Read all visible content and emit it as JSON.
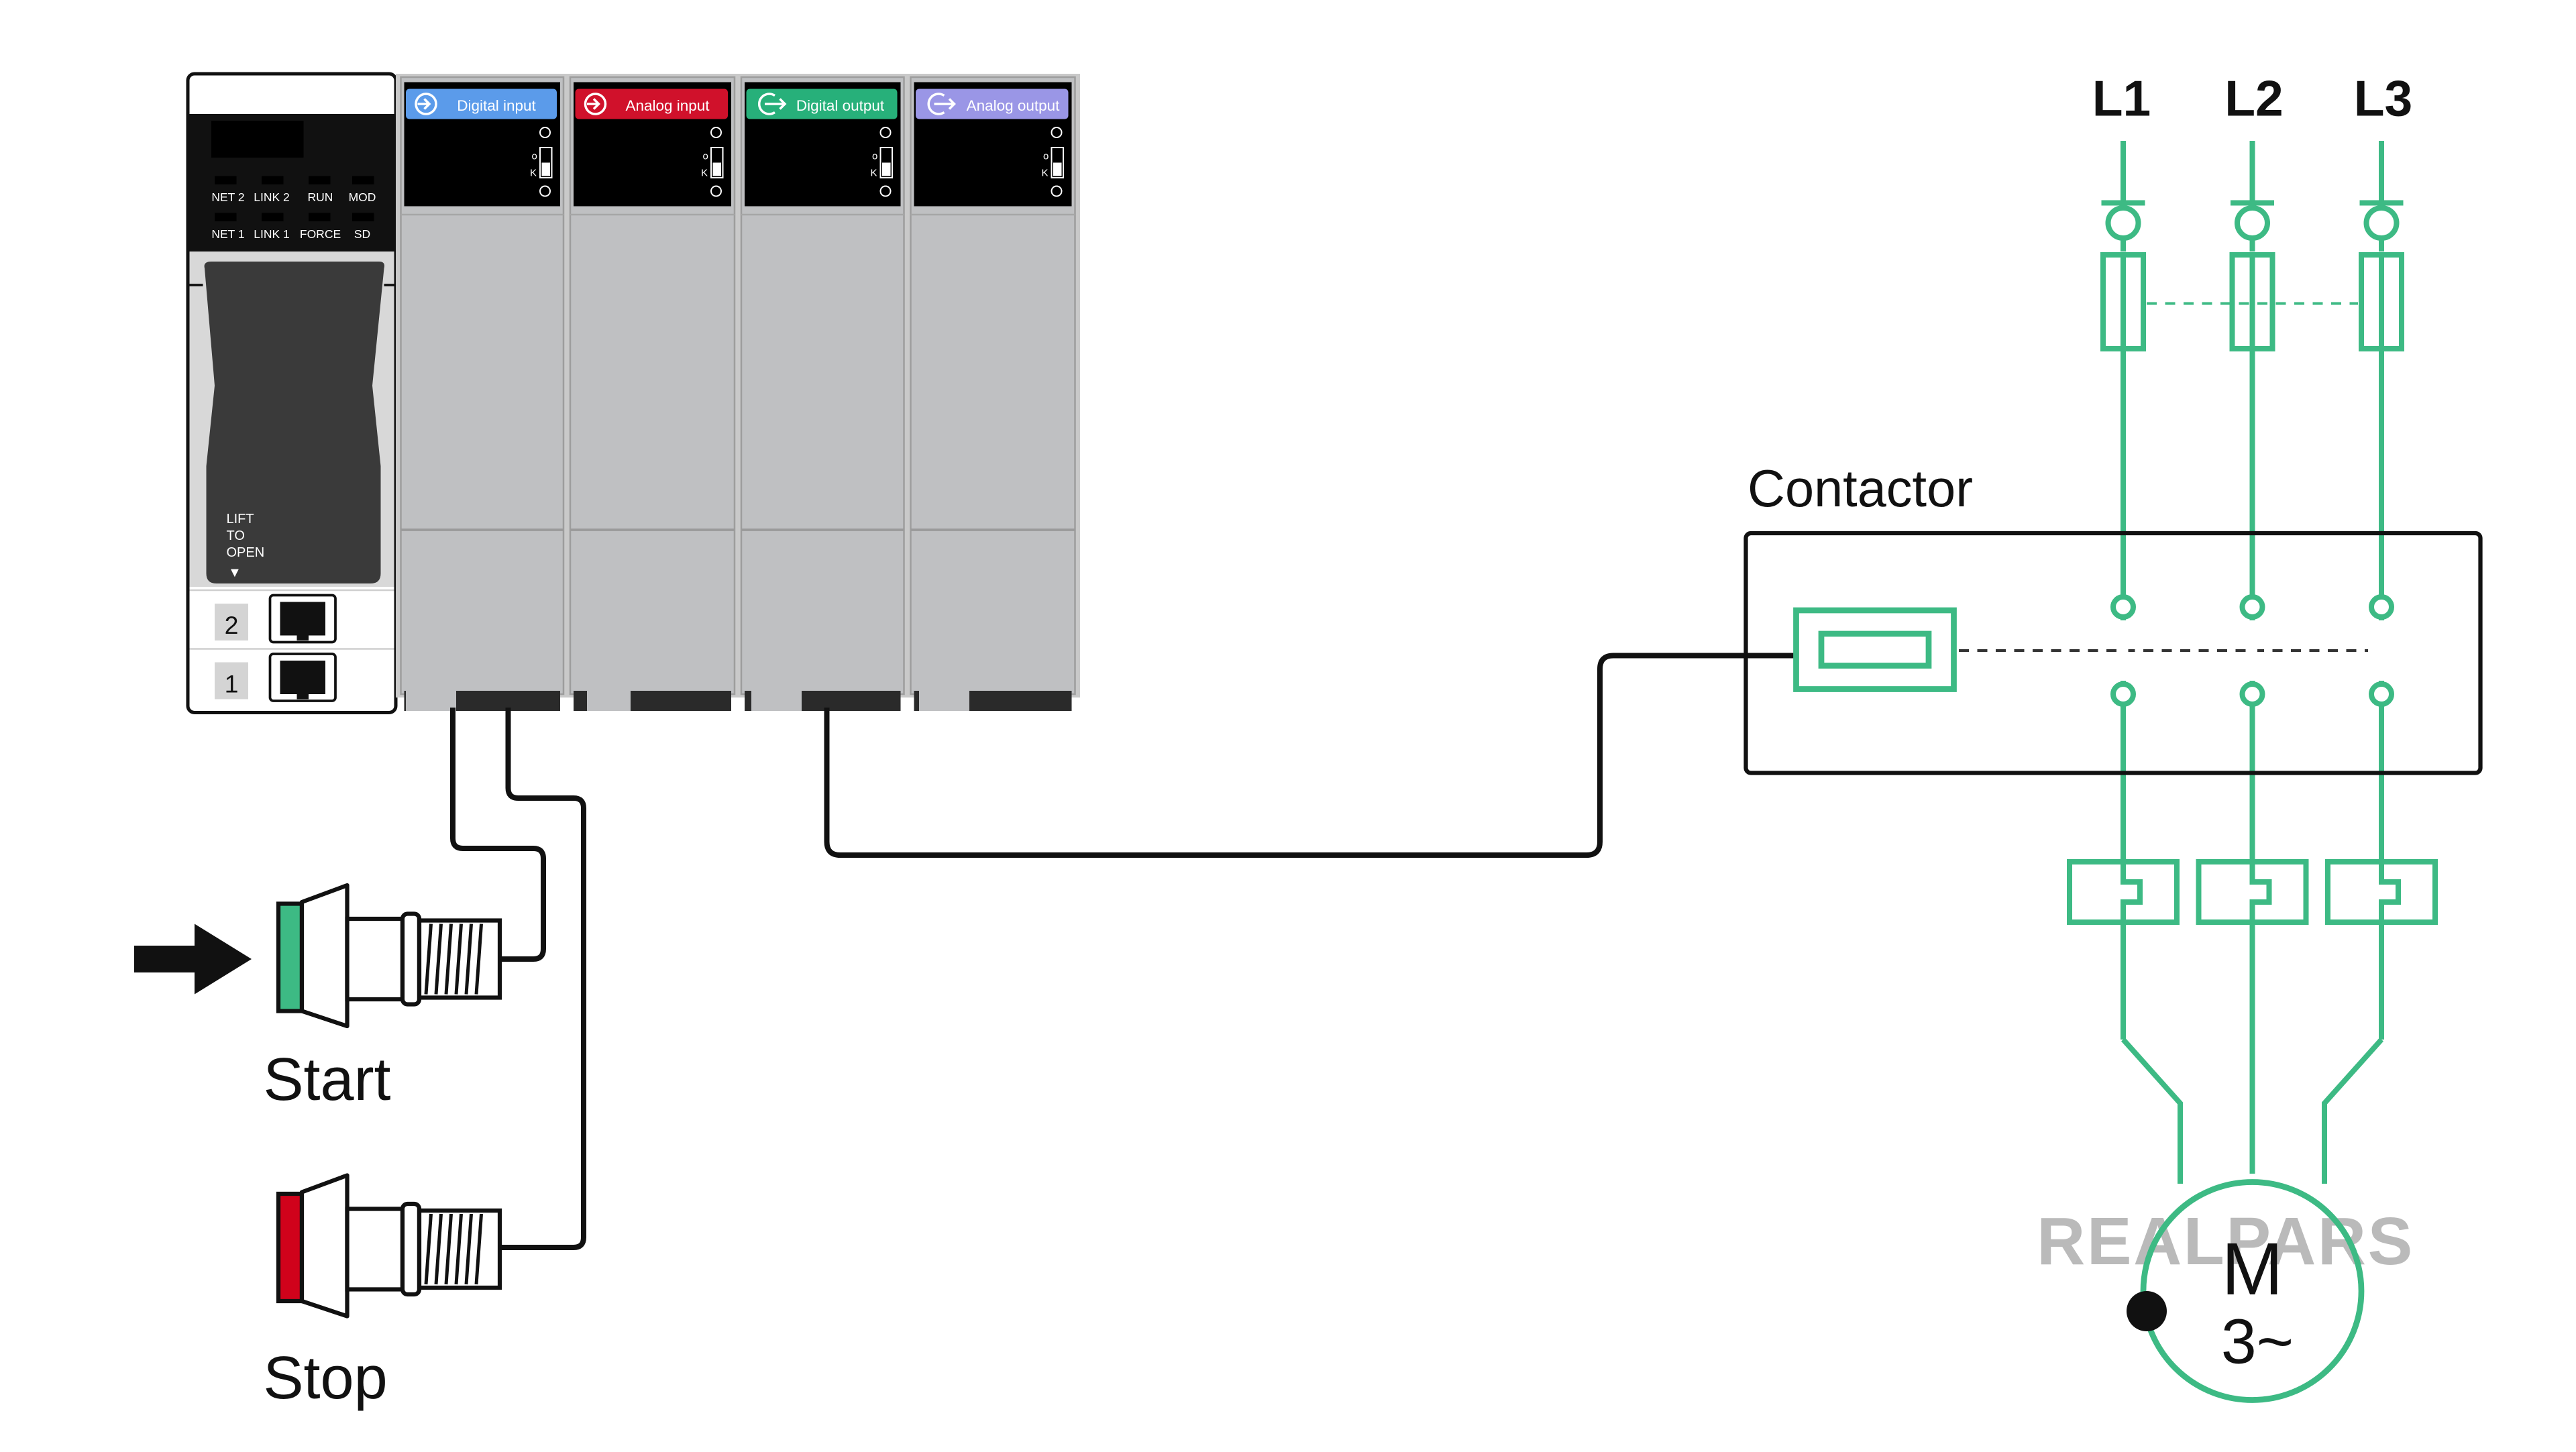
{
  "colors": {
    "green": "#3dba84",
    "red": "#d0021b",
    "blue_tag": "#5b9bea",
    "red_tag": "#d0112b",
    "green_tag": "#27b07a",
    "purple_tag": "#9a96e6",
    "module_gray": "#bfc0c2",
    "black": "#111111"
  },
  "plc": {
    "status_leds": [
      "NET 2",
      "LINK 2",
      "RUN",
      "MOD",
      "NET 1",
      "LINK 1",
      "FORCE",
      "SD"
    ],
    "door_text": [
      "LIFT",
      "TO",
      "OPEN",
      "▼"
    ],
    "port_labels": [
      "2",
      "1"
    ],
    "module_marks": [
      "o",
      "K"
    ],
    "modules": [
      {
        "label": "Digital input",
        "icon": "arrow-in-icon"
      },
      {
        "label": "Analog input",
        "icon": "arrow-in-icon"
      },
      {
        "label": "Digital output",
        "icon": "arrow-out-icon"
      },
      {
        "label": "Analog output",
        "icon": "arrow-out-icon"
      }
    ]
  },
  "buttons": {
    "start_label": "Start",
    "stop_label": "Stop"
  },
  "power": {
    "phases": [
      "L1",
      "L2",
      "L3"
    ],
    "contactor_label": "Contactor",
    "motor_line1": "M",
    "motor_line2": "3~"
  },
  "logo": {
    "text": "REALPARS"
  }
}
